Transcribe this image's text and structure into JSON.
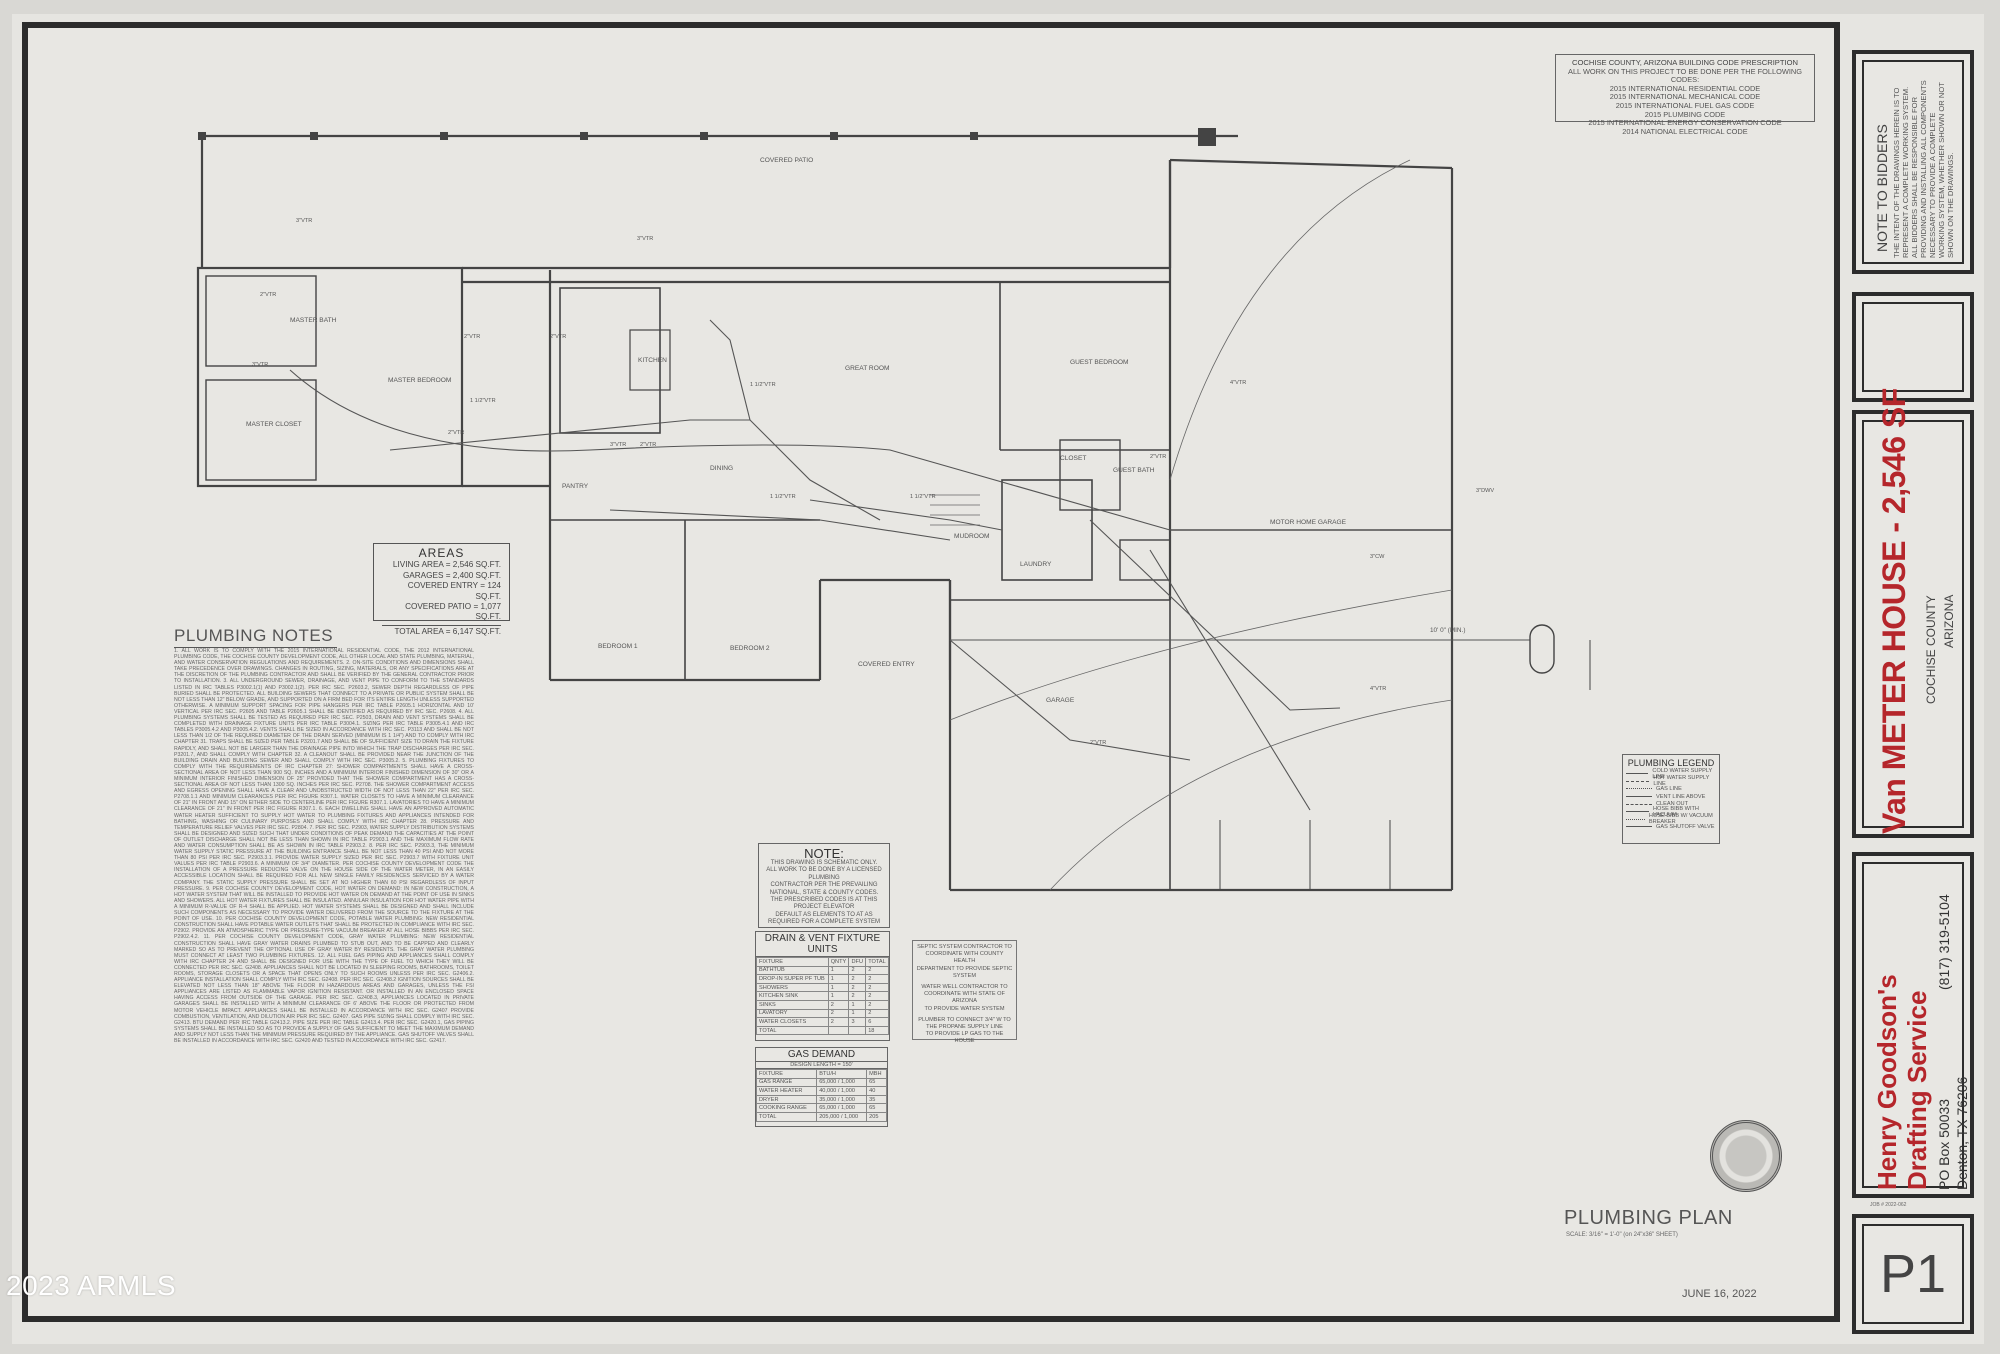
{
  "code_box": {
    "header": "COCHISE COUNTY, ARIZONA BUILDING CODE PRESCRIPTION",
    "lines": [
      "ALL WORK ON THIS PROJECT TO BE DONE PER THE FOLLOWING CODES:",
      "2015 INTERNATIONAL RESIDENTIAL CODE",
      "2015 INTERNATIONAL MECHANICAL CODE",
      "2015 INTERNATIONAL FUEL GAS CODE",
      "2015 PLUMBING CODE",
      "2015 INTERNATIONAL ENERGY CONSERVATION CODE",
      "2014 NATIONAL ELECTRICAL CODE"
    ]
  },
  "rooms": {
    "covered_patio": "COVERED PATIO",
    "master_bath": "MASTER BATH",
    "master_bedroom": "MASTER BEDROOM",
    "master_closet": "MASTER CLOSET",
    "kitchen": "KITCHEN",
    "great_room": "GREAT ROOM",
    "guest_bedroom": "GUEST BEDROOM",
    "guest_bath": "GUEST BATH",
    "closet": "CLOSET",
    "pantry": "PANTRY",
    "dining": "DINING",
    "bedroom1": "BEDROOM 1",
    "bedroom2": "BEDROOM 2",
    "covered_entry": "COVERED ENTRY",
    "mudroom": "MUDROOM",
    "laundry": "LAUNDRY",
    "garage": "GARAGE",
    "motor_home_garage": "MOTOR HOME GARAGE"
  },
  "pipe_labels": {
    "l1": "3\"VTR",
    "l2": "2\"VTR",
    "l3": "3\"VTR",
    "l4": "2\"VTR",
    "l5": "1 1/2\"VTR",
    "l6": "2\"VTR",
    "l7": "3\"VTR",
    "l8": "2\"VTR",
    "l9": "1 1/2\"VTR",
    "l10": "3\"VTR",
    "l11": "2\"VTR",
    "l12": "1 1/2\"VTR",
    "l13": "4\"VTR",
    "l14": "2\"VTR",
    "l15": "3\"DWV",
    "l16": "1 1/2\"VTR",
    "l17": "3\"CW",
    "l18": "4\"VTR",
    "l19": "2\"VTR",
    "dist": "10' 0\" (MIN.)"
  },
  "areas": {
    "title": "AREAS",
    "rows": [
      "LIVING AREA = 2,546 SQ.FT.",
      "GARAGES = 2,400 SQ.FT.",
      "COVERED ENTRY = 124 SQ.FT.",
      "COVERED PATIO = 1,077 SQ.FT."
    ],
    "total": "TOTAL AREA = 6,147 SQ.FT."
  },
  "plumbing_notes": {
    "title": "PLUMBING NOTES",
    "body": "1. ALL WORK IS TO COMPLY WITH THE 2015 INTERNATIONAL RESIDENTIAL CODE, THE 2012 INTERNATIONAL PLUMBING CODE, THE COCHISE COUNTY DEVELOPMENT CODE, ALL OTHER LOCAL AND STATE PLUMBING, MATERIAL, AND WATER CONSERVATION REGULATIONS AND REQUIREMENTS. 2. ON-SITE CONDITIONS AND DIMENSIONS SHALL TAKE PRECEDENCE OVER DRAWINGS. CHANGES IN ROUTING, SIZING, MATERIALS, OR ANY SPECIFICATIONS ARE AT THE DISCRETION OF THE PLUMBING CONTRACTOR AND SHALL BE VERIFIED BY THE GENERAL CONTRACTOR PRIOR TO INSTALLATION. 3. ALL UNDERGROUND SEWER, DRAINAGE, AND VENT PIPE TO CONFORM TO THE STANDARDS LISTED IN IRC TABLES P3002.1(1) AND P3002.1(2). PER IRC SEC. P2603.2, SEWER DEPTH REGARDLESS OF PIPE BURIED SHALL BE PROTECTED. ALL BUILDING SEWERS THAT CONNECT TO A PRIVATE OR PUBLIC SYSTEM SHALL BE NOT LESS THAN 12\" BELOW GRADE, AND SUPPORTED ON A FIRM BED FOR ITS ENTIRE LENGTH UNLESS SUPPORTED OTHERWISE. A MINIMUM SUPPORT SPACING FOR PIPE HANGERS PER IRC TABLE P2605.1 HORIZONTAL AND 10' VERTICAL PER IRC SEC. P2605 AND TABLE P2605.1 SHALL BE IDENTIFIED AS REQUIRED BY IRC SEC. P2608. 4. ALL PLUMBING SYSTEMS SHALL BE TESTED AS REQUIRED PER IRC SEC. P2503, DRAIN AND VENT SYSTEMS SHALL BE COMPLETED WITH DRAINAGE FIXTURE UNITS PER IRC TABLE P3004.1. SIZING PER IRC TABLE P3005.4.1 AND IRC TABLES P3005.4.2 AND P3005.4.2. VENTS SHALL BE SIZED IN ACCORDANCE WITH IRC SEC. P3113 AND SHALL BE NOT LESS THAN 1/2 OF THE REQUIRED DIAMETER OF THE DRAIN SERVED (MINIMUM IS 1 1/4\") AND TO COMPLY WITH IRC CHAPTER 31. TRAPS SHALL BE SIZED PER TABLE P3201.7 AND SHALL BE OF SUFFICIENT SIZE TO DRAIN THE FIXTURE RAPIDLY, AND SHALL NOT BE LARGER THAN THE DRAINAGE PIPE INTO WHICH THE TRAP DISCHARGES PER IRC SEC. P3201.7, AND SHALL COMPLY WITH CHAPTER 32. A CLEANOUT SHALL BE PROVIDED NEAR THE JUNCTION OF THE BUILDING DRAIN AND BUILDING SEWER AND SHALL COMPLY WITH IRC SEC. P3005.2. 5. PLUMBING FIXTURES TO COMPLY WITH THE REQUIREMENTS OF IRC CHAPTER 27: SHOWER COMPARTMENTS SHALL HAVE A CROSS-SECTIONAL AREA OF NOT LESS THAN 900 SQ. INCHES AND A MINIMUM INTERIOR FINISHED DIMENSION OF 30\" OR A MINIMUM INTERIOR FINISHED DIMENSION OF 25\" PROVIDED THAT THE SHOWER COMPARTMENT HAS A CROSS-SECTIONAL AREA OF NOT LESS THAN 1300 SQ. INCHES PER IRC SEC. P2708. THE SHOWER COMPARTMENT ACCESS AND EGRESS OPENING SHALL HAVE A CLEAR AND UNOBSTRUCTED WIDTH OF NOT LESS THAN 22\" PER IRC SEC. P2708.1.1 AND MINIMUM CLEARANCES PER IRC FIGURE R307.1. WATER CLOSETS TO HAVE A MINIMUM CLEARANCE OF 21\" IN FRONT AND 15\" ON EITHER SIDE TO CENTERLINE PER IRC FIGURE R307.1. LAVATORIES TO HAVE A MINIMUM CLEARANCE OF 21\" IN FRONT PER IRC FIGURE R307.1. 6. EACH DWELLING SHALL HAVE AN APPROVED AUTOMATIC WATER HEATER SUFFICIENT TO SUPPLY HOT WATER TO PLUMBING FIXTURES AND APPLIANCES INTENDED FOR BATHING, WASHING OR CULINARY PURPOSES AND SHALL COMPLY WITH IRC CHAPTER 28. PRESSURE AND TEMPERATURE RELIEF VALVES PER IRC SEC. P2804. 7. PER IRC SEC. P2903, WATER SUPPLY DISTRIBUTION SYSTEMS SHALL BE DESIGNED AND SIZED SUCH THAT UNDER CONDITIONS OF PEAK DEMAND THE CAPACITIES AT THE POINT OF OUTLET DISCHARGE SHALL NOT BE LESS THAN SHOWN IN IRC TABLE P2903.1 AND THE MAXIMUM FLOW RATE AND WATER CONSUMPTION SHALL BE AS SHOWN IN IRC TABLE P2903.2. 8. PER IRC SEC. P2903.3, THE MINIMUM WATER SUPPLY STATIC PRESSURE AT THE BUILDING ENTRANCE SHALL BE NOT LESS THAN 40 PSI AND NOT MORE THAN 80 PSI PER IRC SEC. P2903.3.1. PROVIDE WATER SUPPLY SIZED PER IRC SEC. P2903.7 WITH FIXTURE UNIT VALUES PER IRC TABLE P2903.6. A MINIMUM OF 3/4\" DIAMETER. PER COCHISE COUNTY DEVELOPMENT CODE THE INSTALLATION OF A PRESSURE REDUCING VALVE ON THE HOUSE SIDE OF THE WATER METER, IN AN EASILY ACCESSIBLE LOCATION SHALL BE REQUIRED FOR ALL NEW SINGLE FAMILY RESIDENCES SERVICED BY A WATER COMPANY. THE STATIC SUPPLY PRESSURE SHALL BE SET AT NO HIGHER THAN 60 PSI REGARDLESS OF INPUT PRESSURE. 9. PER COCHISE COUNTY DEVELOPMENT CODE, HOT WATER ON DEMAND: IN NEW CONSTRUCTION, A HOT WATER SYSTEM THAT WILL BE INSTALLED TO PROVIDE HOT WATER ON DEMAND AT THE POINT OF USE IN SINKS AND SHOWERS. ALL HOT WATER FIXTURES SHALL BE INSULATED. ANNULAR INSULATION FOR HOT WATER PIPE WITH A MINIMUM R-VALUE OF R-4 SHALL BE APPLIED. HOT WATER SYSTEMS SHALL BE DESIGNED AND SHALL INCLUDE SUCH COMPONENTS AS NECESSARY TO PROVIDE WATER DELIVERED FROM THE SOURCE TO THE FIXTURE AT THE POINT OF USE. 10. PER COCHISE COUNTY DEVELOPMENT CODE, POTABLE WATER PLUMBING: NEW RESIDENTIAL CONSTRUCTION SHALL HAVE POTABLE WATER OUTLETS THAT SHALL BE PROTECTED IN COMPLIANCE WITH IRC SEC. P2902. PROVIDE AN ATMOSPHERIC TYPE OR PRESSURE-TYPE VACUUM BREAKER AT ALL HOSE BIBBS PER IRC SEC. P2902.4.2. 11. PER COCHISE COUNTY DEVELOPMENT CODE, GRAY WATER PLUMBING: NEW RESIDENTIAL CONSTRUCTION SHALL HAVE GRAY WATER DRAINS PLUMBED TO STUB OUT, AND TO BE CAPPED AND CLEARLY MARKED SO AS TO PREVENT THE OPTIONAL USE OF GRAY WATER BY RESIDENTS. THE GRAY WATER PLUMBING MUST CONNECT AT LEAST TWO PLUMBING FIXTURES. 12. ALL FUEL GAS PIPING AND APPLIANCES SHALL COMPLY WITH IRC CHAPTER 24 AND SHALL BE DESIGNED FOR USE WITH THE TYPE OF FUEL TO WHICH THEY WILL BE CONNECTED PER IRC SEC. G2408. APPLIANCES SHALL NOT BE LOCATED IN SLEEPING ROOMS, BATHROOMS, TOILET ROOMS, STORAGE CLOSETS OR A SPACE THAT OPENS ONLY TO SUCH ROOMS UNLESS PER IRC SEC. G2406.2. APPLIANCE INSTALLATION SHALL COMPLY WITH IRC SEC. G2408. PER IRC SEC. G2408.2 IGNITION SOURCES SHALL BE ELEVATED NOT LESS THAN 18\" ABOVE THE FLOOR IN HAZARDOUS AREAS AND GARAGES, UNLESS THE FSI APPLIANCES ARE LISTED AS FLAMMABLE VAPOR IGNITION RESISTANT. OR INSTALLED IN AN ENCLOSED SPACE HAVING ACCESS FROM OUTSIDE OF THE GARAGE. PER IRC SEC. G2408.3, APPLIANCES LOCATED IN PRIVATE GARAGES SHALL BE INSTALLED WITH A MINIMUM CLEARANCE OF 6' ABOVE THE FLOOR OR PROTECTED FROM MOTOR VEHICLE IMPACT. APPLIANCES SHALL BE INSTALLED IN ACCORDANCE WITH IRC SEC. G2407 PROVIDE COMBUSTION, VENTILATION, AND DILUTION AIR PER IRC SEC. G2407. GAS PIPE SIZING SHALL COMPLY WITH IRC SEC. G2413. BTU DEMAND PER IRC TABLE G2413.2. PIPE SIZE PER IRC TABLE G2413.4. PER IRC SEC. G2420.1, GAS PIPING SYSTEMS SHALL BE INSTALLED SO AS TO PROVIDE A SUPPLY OF GAS SUFFICIENT TO MEET THE MAXIMUM DEMAND AND SUPPLY NOT LESS THAN THE MINIMUM PRESSURE REQUIRED BY THE APPLIANCE. GAS SHUTOFF VALVES SHALL BE INSTALLED IN ACCORDANCE WITH IRC SEC. G2420 AND TESTED IN ACCORDANCE WITH IRC SEC. G2417."
  },
  "note_box": {
    "title": "NOTE:",
    "lines": [
      "THIS DRAWING IS SCHEMATIC ONLY.",
      "ALL WORK TO BE DONE BY A LICENSED PLUMBING",
      "CONTRACTOR PER THE PREVAILING",
      "NATIONAL, STATE & COUNTY CODES.",
      "THE PRESCRIBED CODES IS AT THIS PROJECT ELEVATOR",
      "DEFAULT AS ELEMENTS TO AT AS",
      "REQUIRED FOR A COMPLETE SYSTEM"
    ]
  },
  "dv_table": {
    "title": "DRAIN & VENT FIXTURE UNITS",
    "header": [
      "FIXTURE",
      "QNTY",
      "DFU",
      "TOTAL"
    ],
    "rows": [
      [
        "BATHTUB",
        "1",
        "2",
        "2"
      ],
      [
        "DROP-IN SUPER PF TUB",
        "1",
        "2",
        "2"
      ],
      [
        "SHOWERS",
        "1",
        "2",
        "2"
      ],
      [
        "KITCHEN SINK",
        "1",
        "2",
        "2"
      ],
      [
        "SINKS",
        "2",
        "1",
        "2"
      ],
      [
        "LAVATORY",
        "2",
        "1",
        "2"
      ],
      [
        "WATER CLOSETS",
        "2",
        "3",
        "6"
      ],
      [
        "TOTAL",
        "",
        "",
        "18"
      ]
    ]
  },
  "gas_table": {
    "title": "GAS DEMAND",
    "subtitle": "DESIGN LENGTH = 150'",
    "header": [
      "FIXTURE",
      "BTU/H",
      "MBH"
    ],
    "rows": [
      [
        "GAS RANGE",
        "65,000 / 1,000",
        "65"
      ],
      [
        "WATER HEATER",
        "40,000 / 1,000",
        "40"
      ],
      [
        "DRYER",
        "35,000 / 1,000",
        "35"
      ],
      [
        "COOKING RANGE",
        "65,000 / 1,000",
        "65"
      ],
      [
        "TOTAL",
        "205,000 / 1,000",
        "205"
      ]
    ]
  },
  "septic": {
    "lines": [
      "SEPTIC SYSTEM CONTRACTOR TO",
      "COORDINATE WITH COUNTY HEALTH",
      "DEPARTMENT TO PROVIDE SEPTIC SYSTEM",
      "",
      "WATER WELL CONTRACTOR TO",
      "COORDINATE WITH STATE OF ARIZONA",
      "TO PROVIDE WATER SYSTEM",
      "",
      "PLUMBER TO CONNECT 3/4\" W TO",
      "THE PROPANE SUPPLY LINE",
      "TO PROVIDE LP GAS TO THE HOUSE"
    ]
  },
  "legend": {
    "title": "PLUMBING LEGEND",
    "items": [
      "COLD WATER SUPPLY LINE",
      "HOT WATER SUPPLY LINE",
      "GAS LINE",
      "VENT LINE ABOVE",
      "CLEAN OUT",
      "HOSE BIBB WITH VACUUM",
      "HOSE BIBB W/ VACUUM BREAKER",
      "GAS SHUTOFF VALVE"
    ]
  },
  "plan_title": "PLUMBING PLAN",
  "plan_scale": "SCALE: 3/16\" = 1'-0\" (on 24\"x36\" SHEET)",
  "date": "JUNE 16, 2022",
  "title_block": {
    "note_title": "NOTE TO BIDDERS",
    "note_text": "THE INTENT OF THE DRAWINGS HEREIN IS TO REPRESENT A COMPLETE WORKING SYSTEM. ALL BIDDERS SHALL BE RESPONSIBLE FOR PROVIDING AND INSTALLING ALL COMPONENTS NECESSARY TO PROVIDE A COMPLETE WORKING SYSTEM, WHETHER SHOWN OR NOT SHOWN ON THE DRAWINGS.",
    "project_name": "Van METER HOUSE - 2,546 SF",
    "county": "COCHISE COUNTY",
    "state": "ARIZONA",
    "company_line1": "Henry Goodson's",
    "company_line2": "Drafting Service",
    "address1": "PO Box 50033",
    "address2": "Denton, TX 76206",
    "phone": "(817) 319-5104",
    "job_no": "JOB # 2022-062",
    "sheet": "P1"
  },
  "watermark": "2023 ARMLS"
}
